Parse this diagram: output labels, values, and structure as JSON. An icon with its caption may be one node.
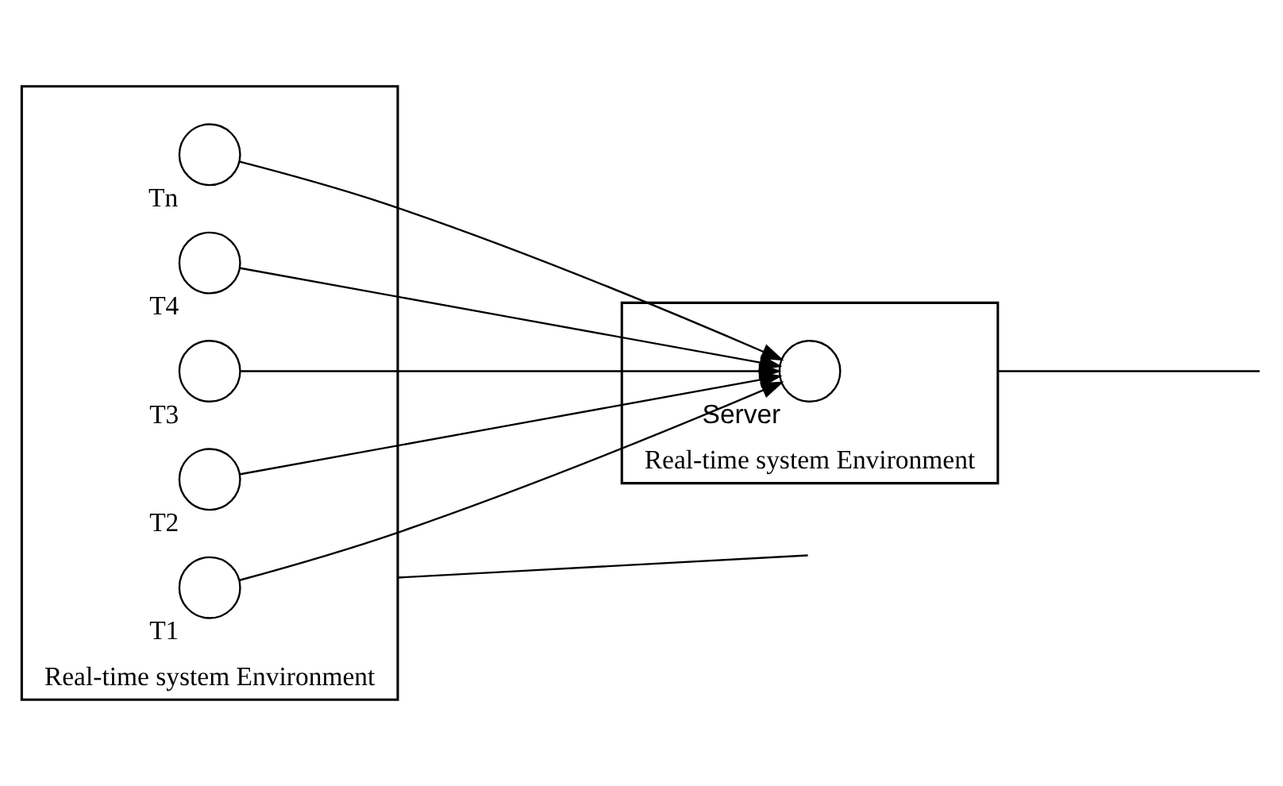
{
  "diagram": {
    "nodes": [
      {
        "text": [
          "Real-time system Environment"
        ]
      },
      {
        "text": [
          "T1"
        ],
        "in": 0
      },
      {
        "text": [
          "T2"
        ],
        "in": 0
      },
      {
        "text": [
          "T3"
        ],
        "in": 0
      },
      {
        "text": [
          "T4"
        ],
        "in": 0
      },
      {
        "text": [
          "Tn"
        ],
        "in": 0
      },
      {
        "text": [
          "Real-time system Environment"
        ]
      },
      {
        "text": [
          "Server"
        ],
        "in": 6
      }
    ],
    "edges": [
      {
        "from": 1,
        "to": 7,
        "arrow": "to"
      },
      {
        "from": 2,
        "to": 7,
        "arrow": "to"
      },
      {
        "from": 3,
        "to": 7,
        "arrow": "to"
      },
      {
        "from": 4,
        "to": 7,
        "arrow": "to"
      },
      {
        "from": 5,
        "to": 7,
        "arrow": "to"
      },
      {
        "from": 0,
        "to": null,
        "arrow": "none"
      },
      {
        "from": 6,
        "to": null,
        "arrow": "none"
      }
    ]
  }
}
